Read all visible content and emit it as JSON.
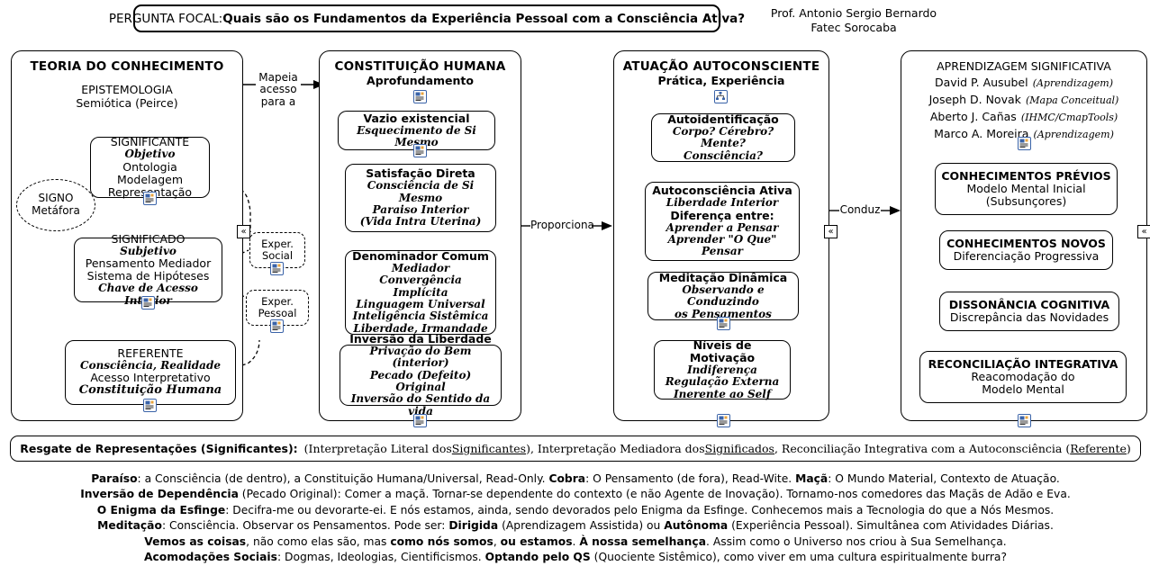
{
  "focal_question": {
    "label": "PERGUNTA FOCAL:",
    "question": "Quais são os Fundamentos da Experiência Pessoal com a Consciência Ativa?"
  },
  "author": {
    "name": "Prof. Antonio Sergio Bernardo",
    "institution": "Fatec Sorocaba"
  },
  "columns": {
    "teoria": {
      "title": "TEORIA DO CONHECIMENTO",
      "subtitle_1": "EPISTEMOLOGIA",
      "subtitle_2": "Semiótica (Peirce)",
      "nodes": [
        {
          "id": "significante",
          "title": "SIGNIFICANTE",
          "script": "Objetivo",
          "lines": [
            "Ontologia",
            "Modelagem",
            "Representação"
          ]
        },
        {
          "id": "significado",
          "title": "SIGNIFICADO",
          "script": "Subjetivo",
          "lines": [
            "Pensamento Mediador",
            "Sistema de Hipóteses"
          ],
          "script_line": "Chave de Acesso Interior"
        },
        {
          "id": "referente",
          "title": "REFERENTE",
          "script": "Consciência, Realidade",
          "lines": [
            "Acesso Interpretativo"
          ],
          "script_line": "Constituição Humana"
        }
      ],
      "signo": {
        "line1": "SIGNO",
        "line2": "Metáfora"
      }
    },
    "constituicao": {
      "title": "CONSTITUIÇÃO HUMANA",
      "subtitle": "Aprofundamento",
      "nodes": [
        {
          "id": "vazio",
          "title": "Vazio existencial",
          "script_lines": [
            "Esquecimento de Si Mesmo"
          ]
        },
        {
          "id": "satisfacao",
          "title": "Satisfação Direta",
          "script_lines": [
            "Consciência de Si Mesmo",
            "Paraiso Interior",
            "(Vida Intra Uterina)"
          ]
        },
        {
          "id": "denominador",
          "title": "Denominador Comum",
          "script_lines": [
            "Mediador",
            "Convergência Implícita",
            "Linguagem Universal",
            "Inteligência Sistêmica",
            "Liberdade, Irmandade"
          ]
        },
        {
          "id": "inversao",
          "title": "Inversão da Liberdade",
          "script_lines": [
            "Privação do Bem (interior)",
            "Pecado (Defeito) Original",
            "Inversão do Sentido da vida"
          ]
        }
      ]
    },
    "atuacao": {
      "title": "ATUAÇÃO AUTOCONSCIENTE",
      "subtitle": "Prática, Experiência",
      "nodes": [
        {
          "id": "autoidentificacao",
          "title": "Autoidentificação",
          "script_lines": [
            "Corpo? Cérebro? Mente?",
            "Consciência?"
          ]
        },
        {
          "id": "autoconsciencia",
          "title": "Autoconsciência Ativa",
          "script_lines": [
            "Liberdade Interior"
          ],
          "title_2": "Diferença entre:",
          "script_lines_2": [
            "Aprender a Pensar",
            "Aprender \"O Que\" Pensar"
          ]
        },
        {
          "id": "meditacao",
          "title": "Meditação Dinâmica",
          "script_lines": [
            "Observando e Conduzindo",
            "os Pensamentos"
          ]
        },
        {
          "id": "niveis",
          "title": "Níveis de Motivação",
          "script_lines": [
            "Indiferença",
            "Regulação Externa",
            "Inerente ao Self"
          ]
        }
      ]
    },
    "aprendizagem": {
      "title": "APRENDIZAGEM SIGNIFICATIVA",
      "authors": [
        {
          "name": "David P. Ausubel",
          "note": "(Aprendizagem)"
        },
        {
          "name": "Joseph D. Novak",
          "note": "(Mapa Conceitual)"
        },
        {
          "name": "Aberto J. Cañas",
          "note": "(IHMC/CmapTools)"
        },
        {
          "name": "Marco A. Moreira",
          "note": "(Aprendizagem)"
        }
      ],
      "nodes": [
        {
          "id": "previos",
          "title": "CONHECIMENTOS PRÉVIOS",
          "lines": [
            "Modelo Mental Inicial",
            "(Subsunçores)"
          ]
        },
        {
          "id": "novos",
          "title": "CONHECIMENTOS NOVOS",
          "lines": [
            "Diferenciação Progressiva"
          ]
        },
        {
          "id": "dissonancia",
          "title": "DISSONÂNCIA COGNITIVA",
          "lines": [
            "Discrepância das Novidades"
          ]
        },
        {
          "id": "reconciliacao",
          "title": "RECONCILIAÇÃO INTEGRATIVA",
          "lines": [
            "Reacomodação do",
            "Modelo Mental"
          ]
        }
      ]
    }
  },
  "experience_nodes": [
    {
      "id": "exper-social",
      "line1": "Exper.",
      "line2": "Social"
    },
    {
      "id": "exper-pessoal",
      "line1": "Exper.",
      "line2": "Pessoal"
    }
  ],
  "connectors": [
    {
      "id": "mapeia",
      "lines": [
        "Mapeia",
        "acesso",
        "para a"
      ]
    },
    {
      "id": "proporciona",
      "lines": [
        "Proporciona"
      ]
    },
    {
      "id": "conduz",
      "lines": [
        "Conduz"
      ]
    }
  ],
  "resgate": {
    "label": "Resgate de Representações (Significantes):",
    "part_1": "(Interpretação Literal dos ",
    "u1": "Significantes",
    "part_2": "), Interpretação Mediadora dos ",
    "u2": "Significados",
    "part_3": ", Reconciliação Integrativa com a Autoconsciência (",
    "u3": "Referente",
    "part_4": ")"
  },
  "notes": [
    [
      {
        "t": "Paraíso",
        "b": true
      },
      {
        "t": ": a Consciência (de dentro), a Constituição Humana/Universal, Read-Only.    ",
        "b": false
      },
      {
        "t": "Cobra",
        "b": true
      },
      {
        "t": ": O Pensamento (de fora), Read-Wite.    ",
        "b": false
      },
      {
        "t": "Maçã",
        "b": true
      },
      {
        "t": ": O Mundo Material, Contexto de Atuação.",
        "b": false
      }
    ],
    [
      {
        "t": "Inversão de Dependência",
        "b": true
      },
      {
        "t": " (Pecado Original): Comer a maçã. Tornar-se dependente do contexto (e não Agente de Inovação). Tornamo-nos comedores das Maçãs de Adão e Eva.",
        "b": false
      }
    ],
    [
      {
        "t": "O Enigma da Esfinge",
        "b": true
      },
      {
        "t": ": Decifra-me ou devorarte-ei. E nós estamos, ainda, sendo devorados pelo Enigma da Esfinge. Conhecemos mais a Tecnologia do que a Nós Mesmos.",
        "b": false
      }
    ],
    [
      {
        "t": "Meditação",
        "b": true
      },
      {
        "t": ": Consciência. Observar os Pensamentos. Pode ser: ",
        "b": false
      },
      {
        "t": "Dirigida",
        "b": true
      },
      {
        "t": " (Aprendizagem Assistida) ou ",
        "b": false
      },
      {
        "t": "Autônoma",
        "b": true
      },
      {
        "t": " (Experiência Pessoal). Simultânea com Atividades Diárias.",
        "b": false
      }
    ],
    [
      {
        "t": "Vemos as coisas",
        "b": true
      },
      {
        "t": ", não como elas são, mas ",
        "b": false
      },
      {
        "t": "como nós somos",
        "b": true
      },
      {
        "t": ", ",
        "b": false
      },
      {
        "t": "ou estamos",
        "b": true
      },
      {
        "t": ". ",
        "b": false
      },
      {
        "t": "À nossa semelhança",
        "b": true
      },
      {
        "t": ". Assim como o Universo nos criou à Sua Semelhança.",
        "b": false
      }
    ],
    [
      {
        "t": "Acomodações Sociais",
        "b": true
      },
      {
        "t": ": Dogmas, Ideologias, Cientificismos. ",
        "b": false
      },
      {
        "t": "Optando pelo QS",
        "b": true
      },
      {
        "t": " (Quociente Sistêmico), como viver em uma cultura espiritualmente burra?",
        "b": false
      }
    ]
  ],
  "icons": {
    "resource": "resource-icon",
    "collapse": "«"
  },
  "colors": {
    "stroke": "#000000",
    "background": "#ffffff",
    "icon_frame": "#3a63a8",
    "icon_accent": "#e8a33d"
  }
}
